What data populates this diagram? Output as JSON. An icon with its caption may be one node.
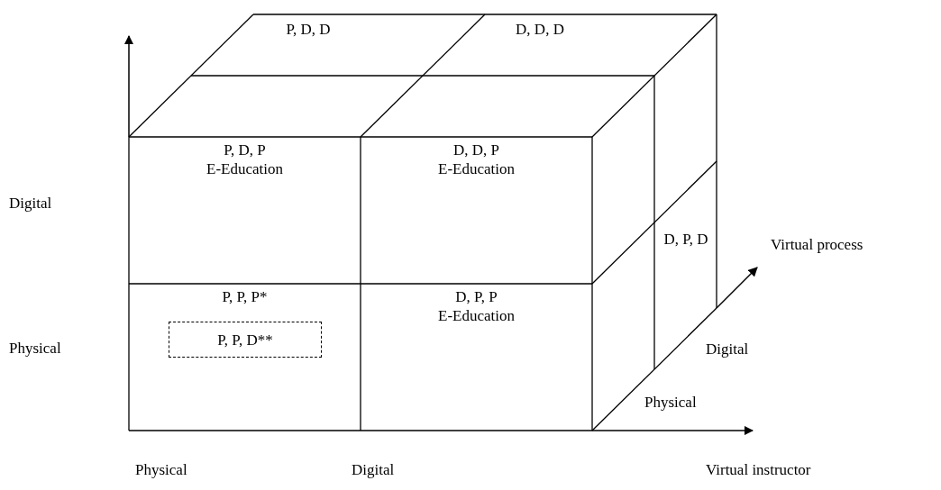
{
  "diagram": {
    "nodes": [
      {
        "text": [
          "P, D, D"
        ]
      },
      {
        "text": [
          "D, D, D"
        ]
      },
      {
        "text": [
          "P, D, P",
          "E-Education"
        ]
      },
      {
        "text": [
          "D, D, P",
          "E-Education"
        ]
      },
      {
        "text": [
          "D, P, D"
        ]
      },
      {
        "text": [
          "P, P, P*"
        ]
      },
      {
        "text": [
          "P, P, D**"
        ],
        "in": 5
      },
      {
        "text": [
          "D, P, P",
          "E-Education"
        ]
      }
    ],
    "labels": [
      "Digital",
      "Virtual process",
      "Physical",
      "Digital",
      "Physical",
      "Physical",
      "Digital",
      "Virtual instructor"
    ]
  }
}
